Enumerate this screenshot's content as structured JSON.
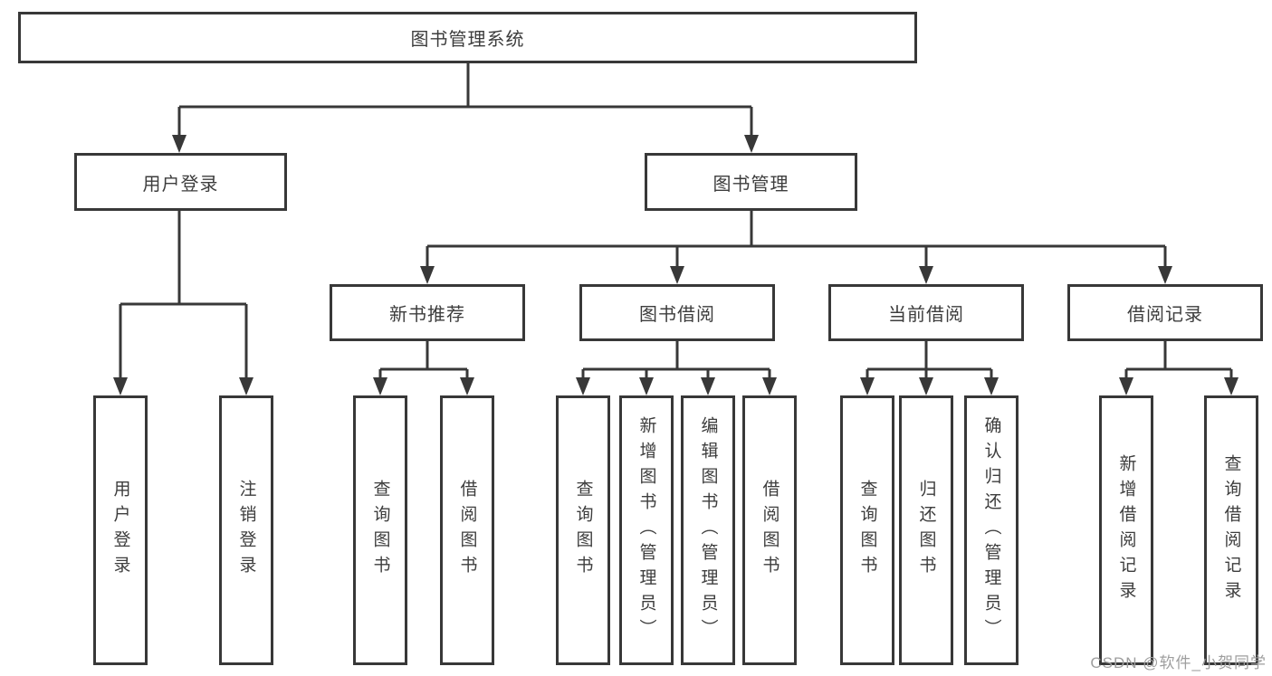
{
  "diagram": {
    "root_label": "图书管理系统",
    "level2": [
      "用户登录",
      "图书管理"
    ],
    "level3": [
      "新书推荐",
      "图书借阅",
      "当前借阅",
      "借阅记录"
    ],
    "leaves": {
      "user_login": [
        "用户登录",
        "注销登录"
      ],
      "new_book": [
        "查询图书",
        "借阅图书"
      ],
      "book_borrow": [
        "查询图书",
        "新增图书（管理员）",
        "编辑图书（管理员）",
        "借阅图书"
      ],
      "current_borrow": [
        "查询图书",
        "归还图书",
        "确认归还（管理员）"
      ],
      "borrow_record": [
        "新增借阅记录",
        "查询借阅记录"
      ]
    },
    "colors": {
      "line": "#383838",
      "text": "#3d3d3d",
      "background": "#ffffff",
      "watermark": "#9e9e9e"
    },
    "watermark": "CSDN @软件_小贺同学"
  }
}
